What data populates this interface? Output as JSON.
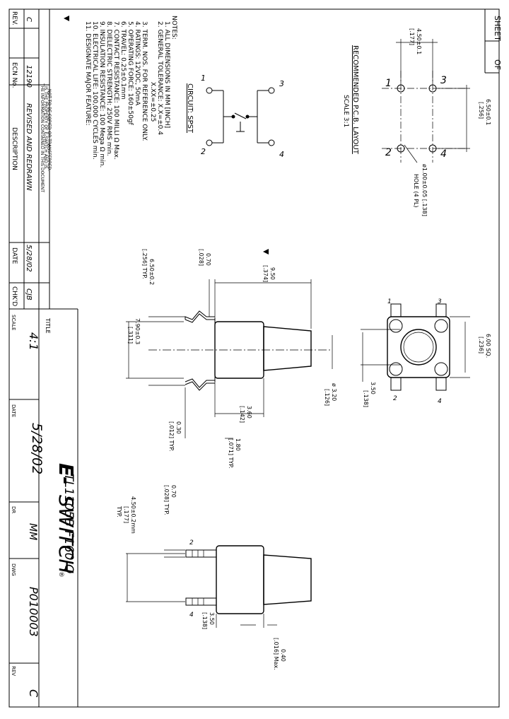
{
  "sheet": {
    "label": "SHEET",
    "of_label": "OF"
  },
  "title_block": {
    "title_label": "TITLE",
    "title": "TL1105B F160 Q",
    "scale_label": "SCALE",
    "scale": "4:1",
    "date_label": "DATE",
    "date": "5/28/02",
    "dr_label": "DR",
    "dr": "MM",
    "dwg_label": "DWG",
    "dwg": "P010003",
    "rev_label": "REV",
    "rev": "C",
    "brand_prefix": "E-",
    "brand_name": "SWITCH",
    "brand_mark": "®"
  },
  "revision_table": {
    "headers": {
      "rev": "REV.",
      "ecn": "ECN No.",
      "description": "DESCRIPTION",
      "date": "DATE",
      "chkd": "CHK'D"
    },
    "row": {
      "rev": "C",
      "ecn": "12190",
      "description": "REVISED AND REDRAWN",
      "date": "5/28/02",
      "chkd": "CJB"
    },
    "notice": [
      "THE INFORMATION CONTAINED IN THIS DOCUMENT",
      "IS THE PROPERTY OF E-SWITCH AND IS",
      "NOT TO BE COPIED OR TRANSFERRED."
    ]
  },
  "notes": {
    "heading": "NOTES:",
    "items": [
      "1.  ALL DIMENSIONS IN MM [INCH]",
      "2.  GENERAL TOLERANCE: X.X=±0.4",
      "                              X.XX=±0.25",
      "3.  TERM. NOS. FOR REFERENCE ONLY.",
      "4.  RATINGS: 12VDC, 50mA",
      "5.  OPERATING FORCE: 160±50gf",
      "6.  TRAVEL: 0.25±0.1mm",
      "7.  CONTACT RESISTANCE: 100 MILLI Ω Max.",
      "8.  DIELECTRIC STRENGTH: 250V RMS min.",
      "9.  INSULATION RESISTANCE: 100 Mega Ω min.",
      "10.  ELECTRICAL LIFE: 100,000 CYCLES min.",
      "11.  DESIGNATE MAJOR FEATURE:"
    ]
  },
  "circuit": {
    "label": "CIRCUIT: SPST",
    "terminals": [
      "1",
      "2",
      "3",
      "4"
    ]
  },
  "pcb": {
    "title": "RECOMMENDED P.C.B. LAYOUT",
    "scale": "SCALE 3:1",
    "dim_a": "6.50±0.1",
    "dim_a_in": "[.256]",
    "dim_b": "4.50±0.1",
    "dim_b_in": "[.177]",
    "hole": "ø1.00±0.05 [.138]",
    "hole_2": "HOLE (4 PL)",
    "pins": [
      "1",
      "2",
      "3",
      "4"
    ]
  },
  "top_view": {
    "dim_sq": "6.00 SQ.",
    "dim_sq_in": "[.236]",
    "dim_d1": "ø 3.20",
    "dim_d1_in": "[.126]",
    "dim_d2": "3.50",
    "dim_d2_in": "[.138]",
    "pins": [
      "1",
      "2",
      "3",
      "4"
    ]
  },
  "side_view": {
    "dim_h": "9.50",
    "dim_h_in": "[.374]",
    "dim_t": "0.70",
    "dim_t_in": "[.028]",
    "dim_w": "6.50±0.2",
    "dim_w_in": "[.256] TYP.",
    "dim_b": "7.90±0.3",
    "dim_b_in": "[.311]",
    "dim_e": "3.60",
    "dim_e_in": "[.142]",
    "dim_f": "0.30",
    "dim_f_in": "[.012] TYP.",
    "dim_g": "1.80",
    "dim_g_in": "[.071] TYP."
  },
  "front_view": {
    "dim_t": "0.70",
    "dim_t_in": "[.028] TYP.",
    "dim_s": "4.50±0.2mm",
    "dim_s_in": "[.177]",
    "dim_s_typ": "TYP.",
    "dim_c": "3.50",
    "dim_c_in": "[.138]",
    "dim_l": "0.40",
    "dim_l_in": "[.016] Max.",
    "pins": [
      "2",
      "4"
    ]
  }
}
